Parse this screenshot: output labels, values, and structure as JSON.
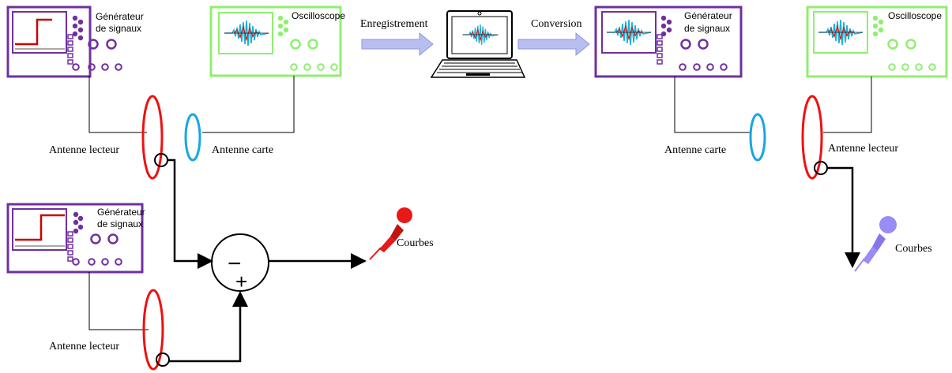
{
  "colors": {
    "generator": "#7030a0",
    "oscilloscope": "#8fef6f",
    "reader_antenna": "#ee1111",
    "card_antenna": "#18a6e4",
    "arrow": "#b8bef0",
    "probe_red": "#e81818",
    "probe_blue": "#9a8cf5",
    "signal_blue": "#1cb0d6",
    "signal_red": "#d01818"
  },
  "devices": {
    "generator_1": {
      "line1": "Générateur",
      "line2": "de signaux"
    },
    "oscilloscope_1": {
      "label": "Oscilloscope"
    },
    "generator_2": {
      "line1": "Générateur",
      "line2": "de signaux"
    },
    "generator_3": {
      "line1": "Générateur",
      "line2": "de signaux"
    },
    "oscilloscope_2": {
      "label": "Oscilloscope"
    }
  },
  "steps": {
    "recording": "Enregistrement",
    "conversion": "Conversion"
  },
  "labels": {
    "reader_antenna_1": "Antenne lecteur",
    "card_antenna_1": "Antenne carte",
    "reader_antenna_2": "Antenne lecteur",
    "card_antenna_2": "Antenne carte",
    "reader_antenna_3": "Antenne lecteur",
    "curves_1": "Courbes",
    "curves_2": "Courbes"
  },
  "subtractor": {
    "minus": "−",
    "plus": "+"
  }
}
